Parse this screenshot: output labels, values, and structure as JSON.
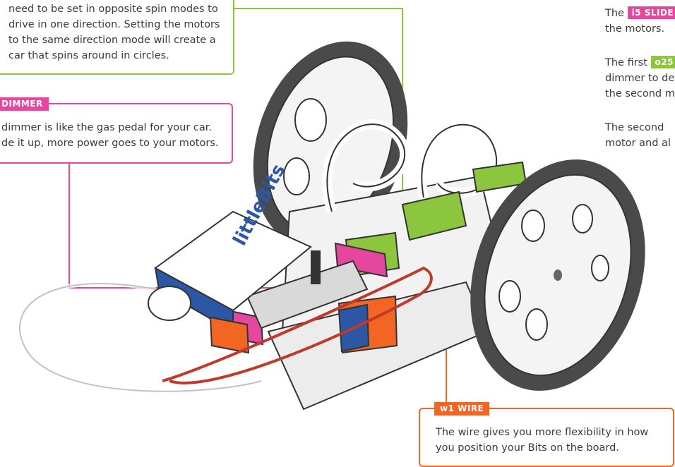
{
  "top_left_callout": {
    "lines": [
      "need to be set in opposite spin modes to",
      "drive in one direction. Setting the motors",
      "to the same direction mode will create a",
      "car that spins around in circles."
    ]
  },
  "dimmer_callout": {
    "tag": "DIMMER",
    "lines": [
      "dimmer is like the gas pedal for your car.",
      "de it up, more power goes to your motors."
    ]
  },
  "wire_callout": {
    "tag": "w1 WIRE",
    "lines": [
      "The wire gives you more flexibility in how",
      "you position your Bits on the board."
    ]
  },
  "right_column": {
    "p1_prefix": "The",
    "p1_tag": "i5 SLIDE",
    "p1_line2": "the motors.",
    "p2_prefix": "The first",
    "p2_tag": "o25",
    "p2_line2": "dimmer to de",
    "p2_line3": "the second m",
    "p3_prefix": "The second",
    "p3_tag": "",
    "p3_line2": "motor and al"
  },
  "product": {
    "battery_label": "littleBits"
  },
  "colors": {
    "green": "#8cc63f",
    "pink": "#e6479e",
    "orange": "#f26522",
    "blue": "#2b57a5",
    "dark": "#333333"
  }
}
